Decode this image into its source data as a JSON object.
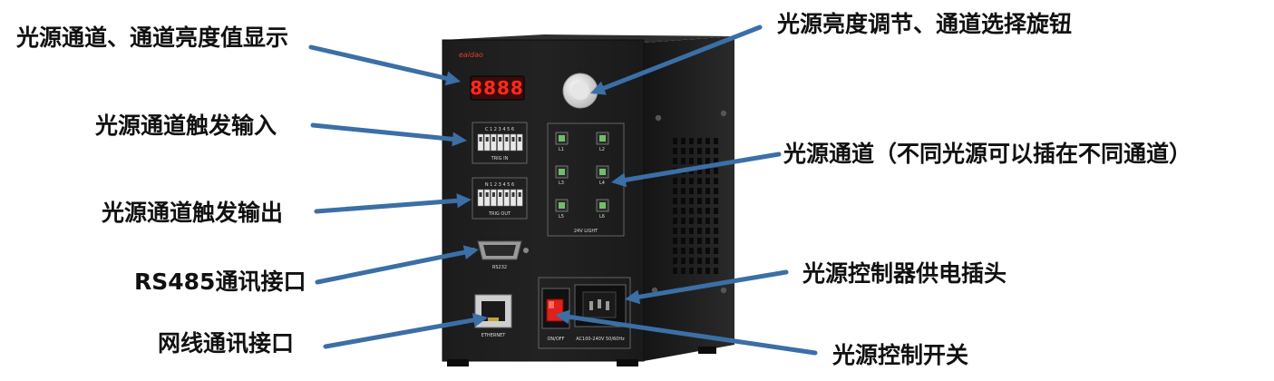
{
  "callouts": {
    "display": "光源通道、通道亮度值显示",
    "knob": "光源亮度调节、通道选择旋钮",
    "trig_in": "光源通道触发输入",
    "channels": "光源通道（不同光源可以插在不同通道）",
    "trig_out": "光源通道触发输出",
    "rs485": "RS485通讯接口",
    "power_plug": "光源控制器供电插头",
    "ethernet": "网线通讯接口",
    "power_switch": "光源控制开关"
  },
  "device": {
    "brand": "eaidao",
    "display_digits": "8888",
    "trig_in_numbers": "C 1 2 3 4 5 6",
    "trig_in_label": "TRIG IN",
    "trig_out_numbers": "N 1 2 3 4 5 6",
    "trig_out_label": "TRIG OUT",
    "light_ports": [
      "L1",
      "L2",
      "L3",
      "L4",
      "L5",
      "L6"
    ],
    "light_label": "24V LIGHT",
    "rs232_label": "RS232",
    "ethernet_label": "ETHERNET",
    "onoff_label": "ON/OFF",
    "ac_label": "AC100-240V 50/60Hz"
  },
  "colors": {
    "arrow": "#3b6fa6",
    "body": "#1b1b1b",
    "display_red": "#ff2a1a",
    "switch_red": "#e0201a"
  }
}
